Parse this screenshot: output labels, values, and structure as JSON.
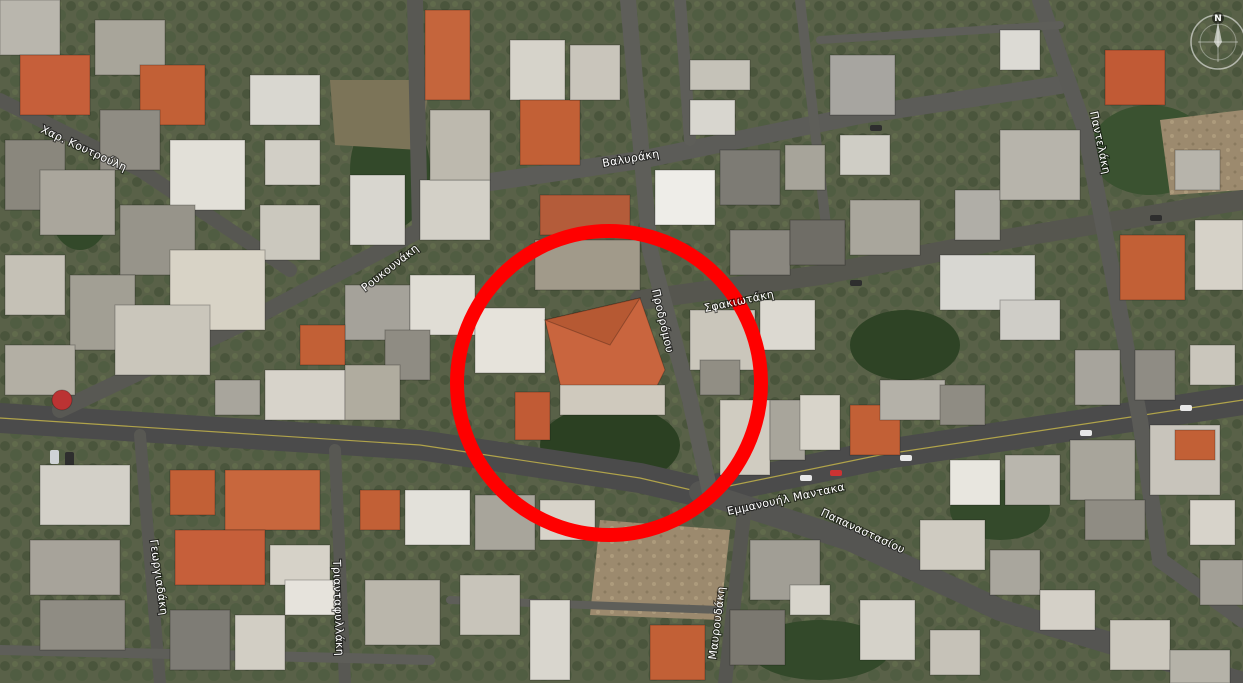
{
  "map": {
    "type": "satellite",
    "streets": {
      "xar_koutroulh": "Χαρ. Κουτρούλη",
      "roukounaki": "Ρουκουνάκη",
      "valyraki": "Βαλυράκη",
      "pantelaki": "Παντελάκη",
      "sfakiotaki": "Σφακιωτάκη",
      "prodromou": "Προδρόμου",
      "emmanouil_mantaka": "Εμμανουήλ Μαντακα",
      "papanastasiou": "Παπαναστασίου",
      "mavroudaka": "Μαυρουδάκη",
      "georgiadaki": "Γεωργιαδάκη",
      "triantafyllaki": "Τριανταφυλλάκη"
    },
    "highlight": {
      "shape": "circle",
      "color": "#ff0000"
    },
    "compass": {
      "label": "N"
    }
  }
}
